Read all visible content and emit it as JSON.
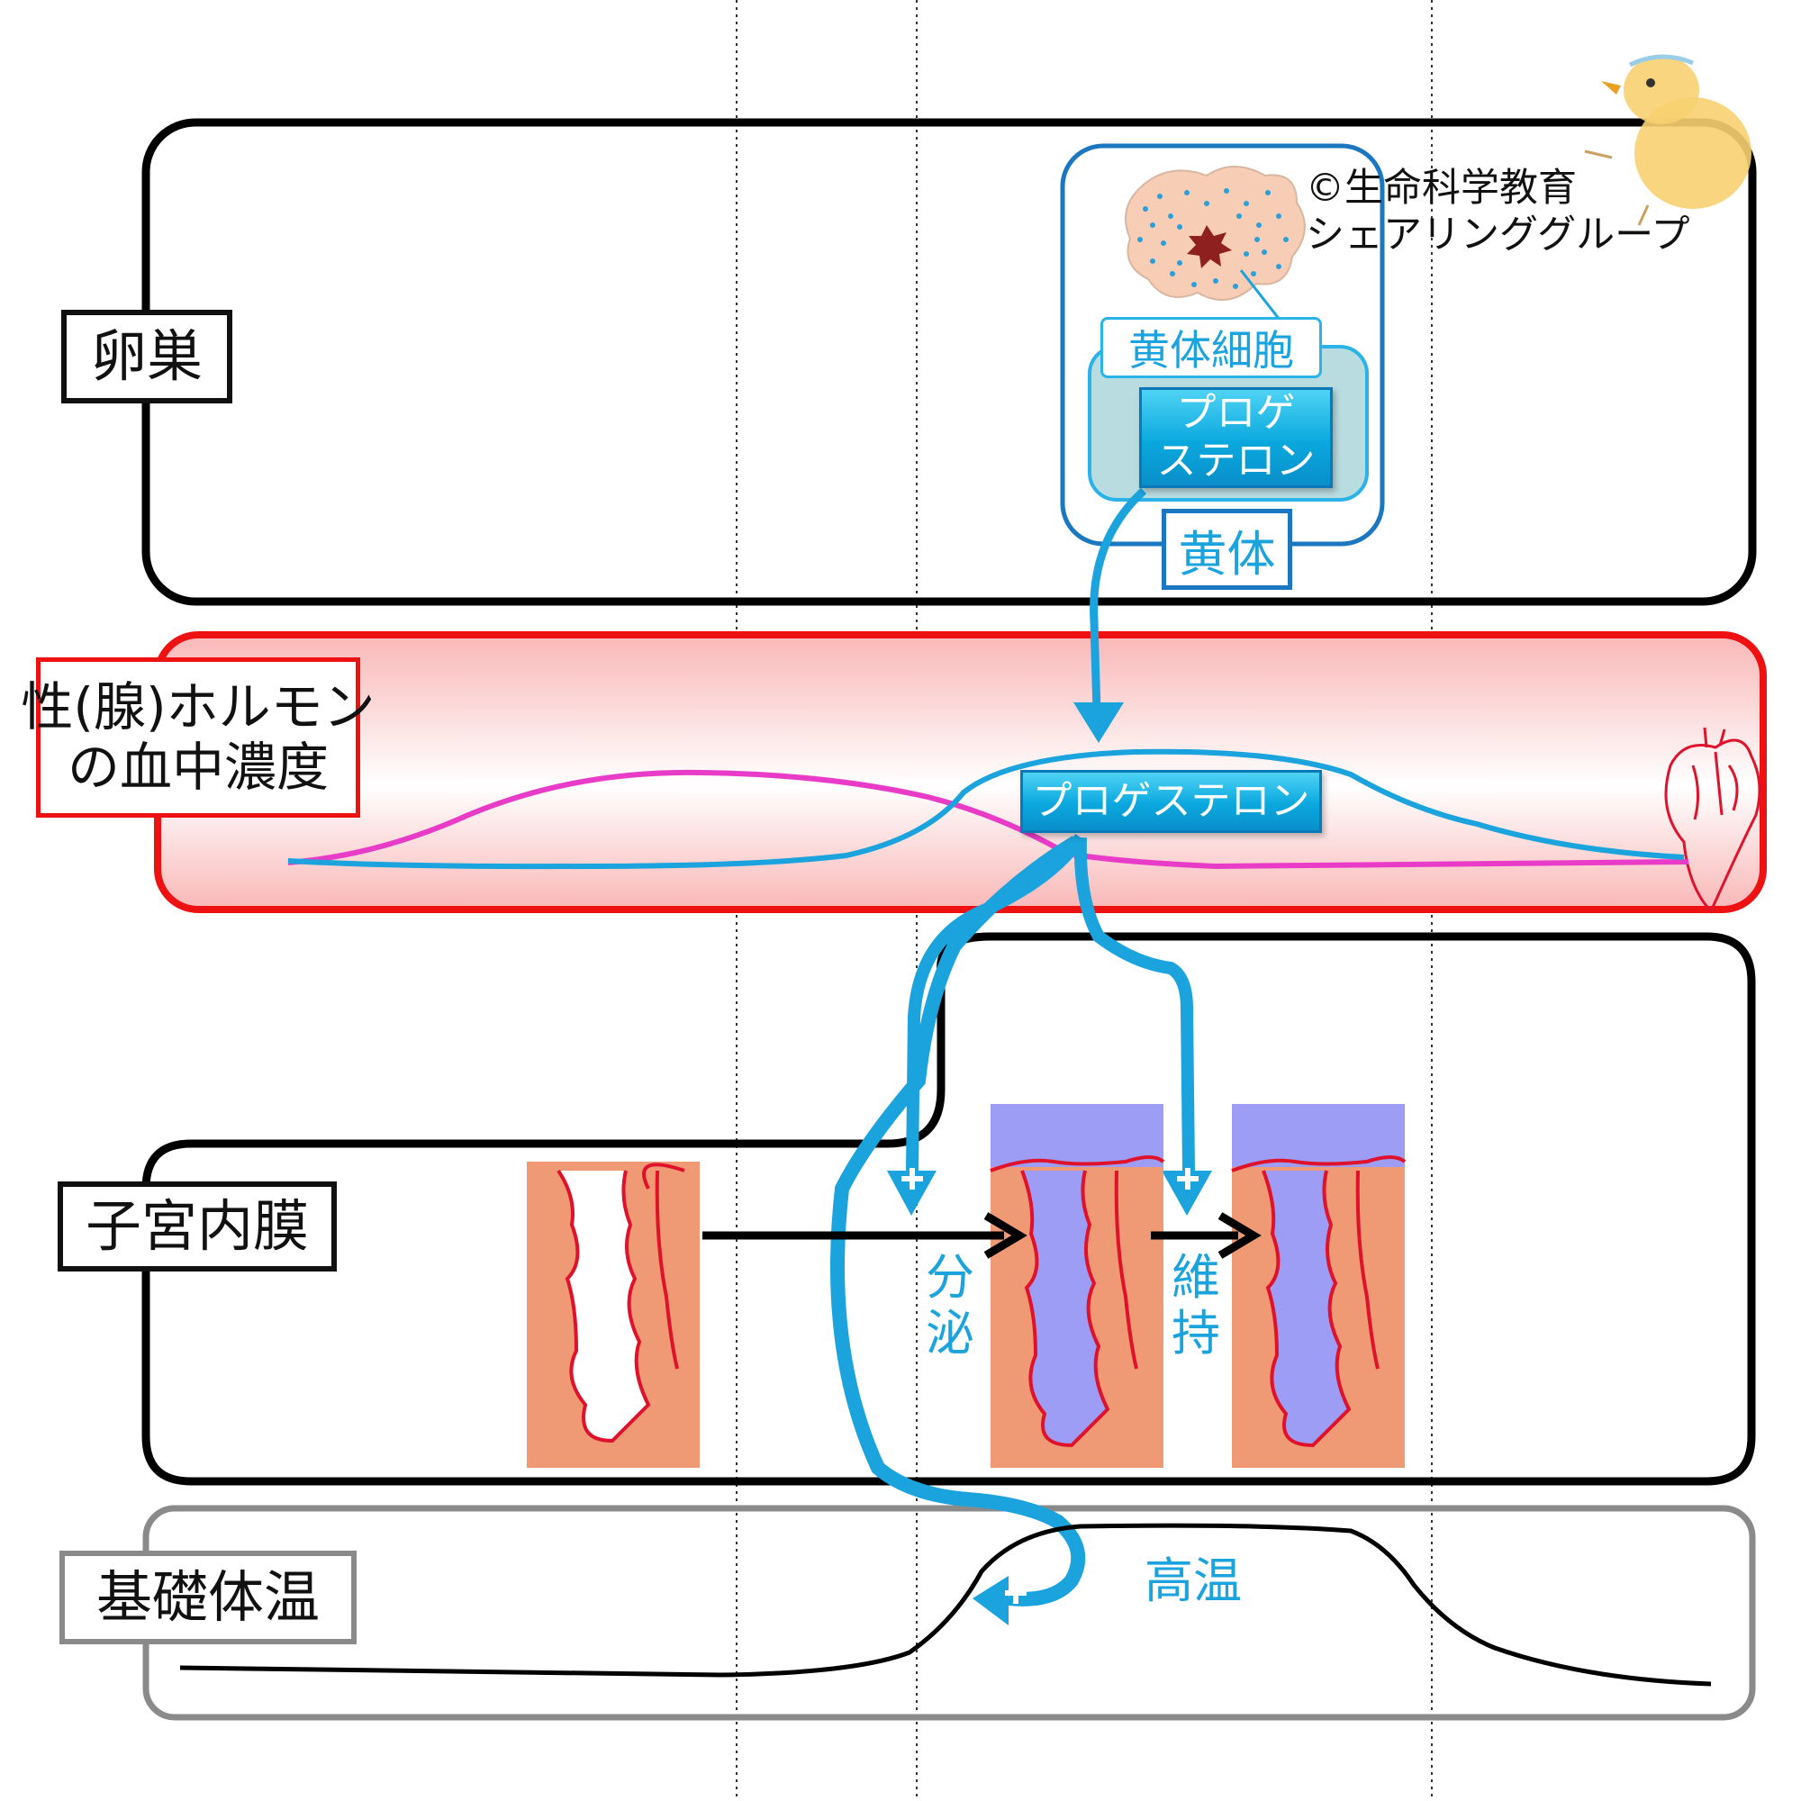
{
  "copyright": {
    "line1": "©生命科学教育",
    "line2": "シェアリンググループ"
  },
  "rows": {
    "ovary": {
      "label": "卵巣"
    },
    "hormone": {
      "line1": "性(腺)ホルモン",
      "line2": "の血中濃度"
    },
    "endometrium": {
      "label": "子宮内膜"
    },
    "bbt": {
      "label": "基礎体温"
    }
  },
  "corpus_luteum": {
    "cell_label": "黄体細胞",
    "hormone_line1": "プロゲ",
    "hormone_line2": "ステロン",
    "label": "黄体"
  },
  "blood_hormone_label": "プロゲステロン",
  "effects": {
    "secretion_1": "分",
    "secretion_2": "泌",
    "maintenance_1": "維",
    "maintenance_2": "持",
    "high_temp": "高温"
  },
  "colors": {
    "progesterone": "#1aa3dd",
    "estrogen": "#e83cc8",
    "hormone_panel_border": "#ee1111",
    "endometrium_tissue": "#ef9a74",
    "secretion": "#9d9df5",
    "vessels": "#e0112b"
  },
  "icons": [
    "corpus-luteum-cell-icon",
    "chick-mascot-icon",
    "heart-icon",
    "plus-icon"
  ]
}
